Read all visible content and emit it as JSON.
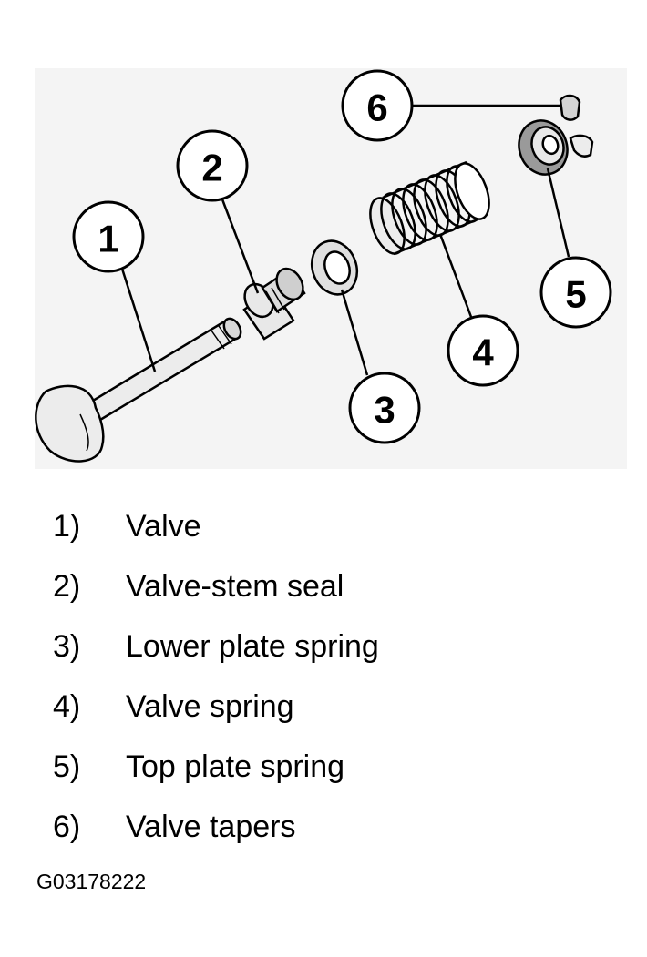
{
  "callouts": [
    {
      "number": "1"
    },
    {
      "number": "2"
    },
    {
      "number": "3"
    },
    {
      "number": "4"
    },
    {
      "number": "5"
    },
    {
      "number": "6"
    }
  ],
  "legend": [
    {
      "number": "1)",
      "label": "Valve"
    },
    {
      "number": "2)",
      "label": "Valve-stem seal"
    },
    {
      "number": "3)",
      "label": "Lower plate spring"
    },
    {
      "number": "4)",
      "label": "Valve spring"
    },
    {
      "number": "5)",
      "label": "Top plate spring"
    },
    {
      "number": "6)",
      "label": "Valve tapers"
    }
  ],
  "figure_code": "G03178222",
  "colors": {
    "background": "#ffffff",
    "panel": "#f4f4f4",
    "line": "#000000",
    "part_fill": "#e8e8e8",
    "shade": "#9a9a9a"
  }
}
